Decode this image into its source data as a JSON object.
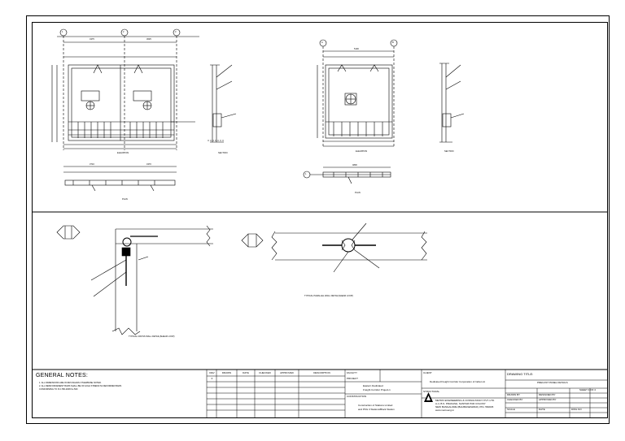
{
  "notes": {
    "heading": "GENERAL NOTES:",
    "items": [
      "1.   ALL DIMENSIONS ARE IN MM UNLESS OTHERWISE NOTED.",
      "2.   ALL REINFORCEMENT BARS SHALL BE OF HIGH STRENGTH DEFORMED BARS",
      "      CONFORMING TO IS 1786-2008 Fe 500"
    ]
  },
  "revision_table": {
    "headers": [
      "REV",
      "DRAWN",
      "DATE",
      "CHECKED",
      "APPROVED",
      "DESCRIPTION"
    ],
    "row": [
      "0",
      "",
      "",
      "",
      "",
      ""
    ]
  },
  "project_block": {
    "facility_label": "FACILITY",
    "project_label": "PROJECT",
    "project_lines": [
      "Eastern Dedicated",
      "Freight Corridor Project-1"
    ],
    "construction_label": "CONSTRUCTION",
    "construction_lines": [
      "Construction of Stations Limited",
      "and PKG 3 Stations/Block Station"
    ]
  },
  "client_block": {
    "label": "CLIENT",
    "name": "Dedicated Freight Corridor Corporation of India Ltd."
  },
  "structural_block": {
    "label": "STRUCTURAL",
    "consultant_lines": [
      "METRO ENGINEERING & CONSULTANCY PVT. LTD.",
      "A-4, B.S. PRAKASH, SANTAM PUR COLONY",
      "NEW BANGALORE (BHUBANESWAR), PIN- 560045",
      "www.metroeng.in"
    ]
  },
  "title_block": {
    "drawing_title_label": "DRAWING TITLE:",
    "drawing_title": "PRECAST PANEL DETAILS",
    "sheet": "SHEET 4 OF 4",
    "labels": [
      "DRAWN BY",
      "DESIGNED BY",
      "CHECKED BY",
      "APPROVED BY",
      "SCALE",
      "DATE",
      "DWG NO"
    ]
  },
  "views": {
    "elevation_1": "ELEVATION",
    "section_1": "SECTION",
    "plan_1": "PLAN",
    "elevation_2": "ELEVATION",
    "section_2": "SECTION",
    "plan_2": "PLAN",
    "cross_wall": "TYPICAL CROSS WALL DETAIL(SHEAR LOOP)",
    "parallel_wall": "TYPICAL PARALLEL WALL DETAIL(SHEAR LOOP)",
    "grid_1": "1",
    "grid_2": "2",
    "grid_3": "3",
    "grid_a": "A",
    "grid_b": "B",
    "grid_1b": "1"
  },
  "dims": {
    "top_left_1": "4375",
    "top_left_2": "3625",
    "top_right": "5100",
    "plan_left_1": "3710",
    "plan_left_2": "4370",
    "plan_right": "4800"
  }
}
